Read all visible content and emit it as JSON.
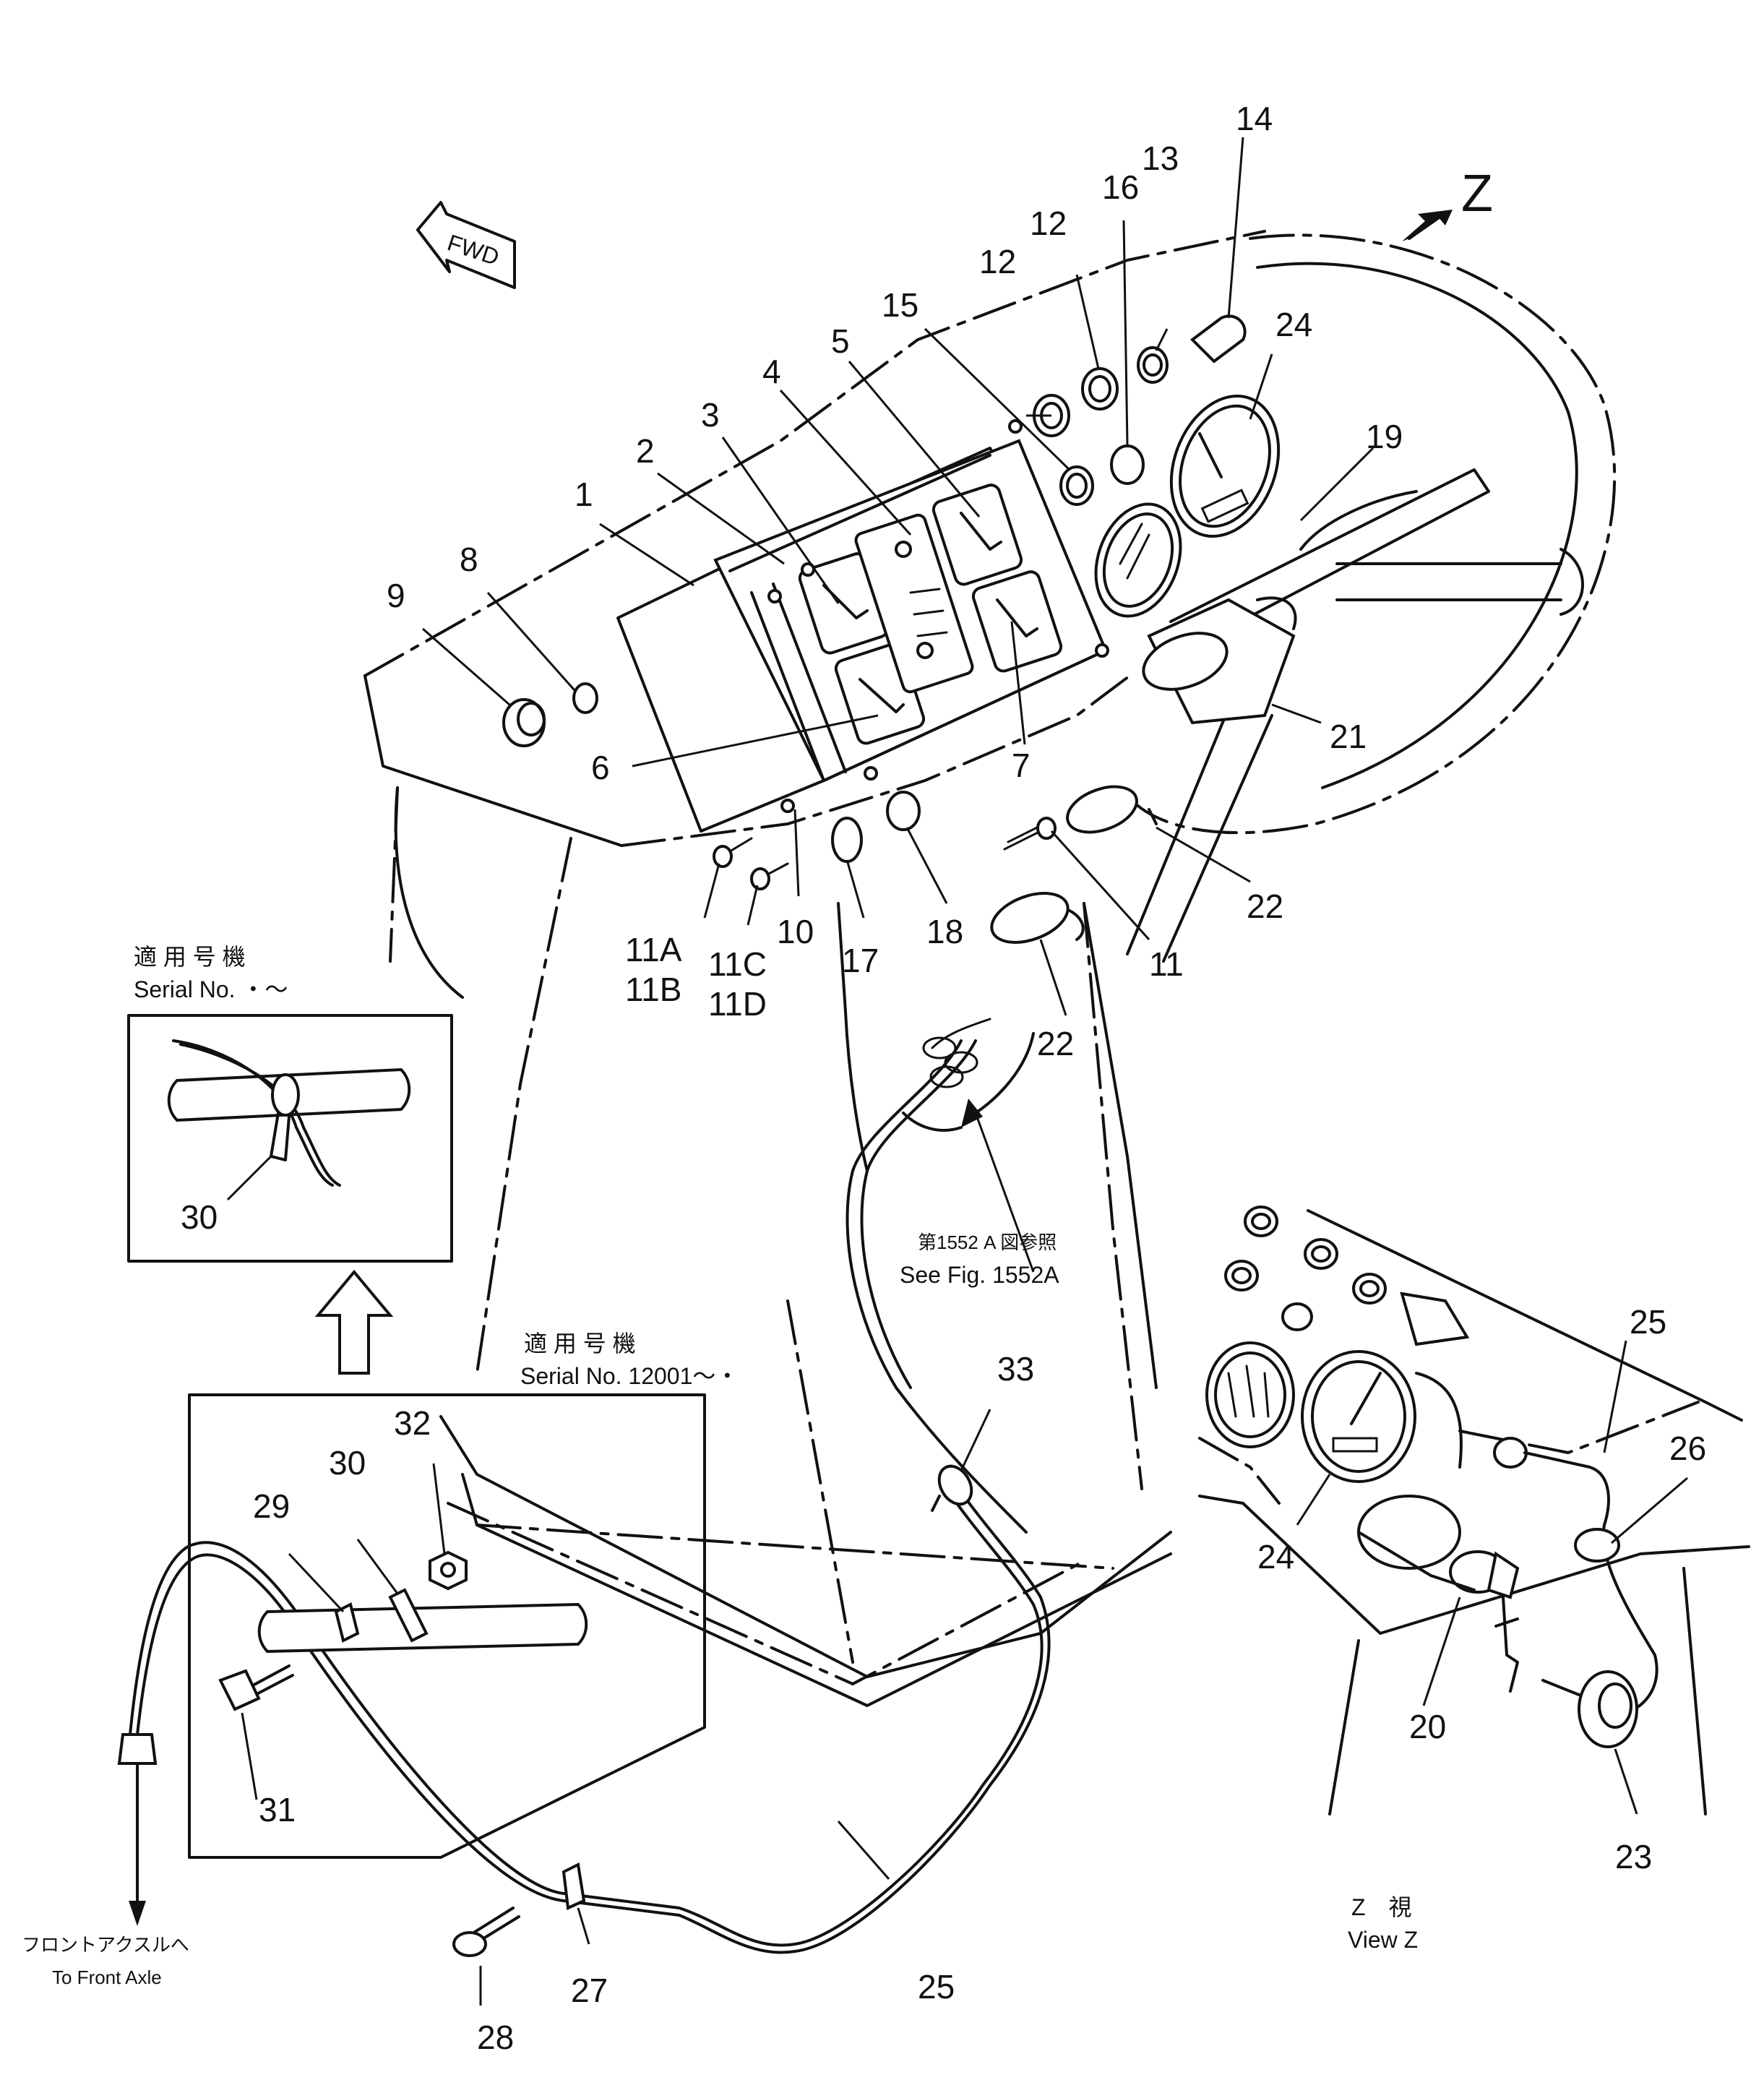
{
  "diagram": {
    "callouts": {
      "c1": "1",
      "c2": "2",
      "c3": "3",
      "c4": "4",
      "c5": "5",
      "c6": "6",
      "c7": "7",
      "c8": "8",
      "c9": "9",
      "c10": "10",
      "c11": "11",
      "c11a": "11A",
      "c11b": "11B",
      "c11c": "11C",
      "c11d": "11D",
      "c12a": "12",
      "c12b": "12",
      "c13": "13",
      "c14": "14",
      "c15": "15",
      "c16": "16",
      "c17": "17",
      "c18": "18",
      "c19": "19",
      "c20": "20",
      "c21": "21",
      "c22a": "22",
      "c22b": "22",
      "c23": "23",
      "c24a": "24",
      "c24b": "24",
      "c25a": "25",
      "c25b": "25",
      "c26": "26",
      "c27": "27",
      "c28": "28",
      "c29": "29",
      "c30a": "30",
      "c30b": "30",
      "c31": "31",
      "c32": "32",
      "c33": "33"
    },
    "fwd": "FWD",
    "view_letter": "Z",
    "view_z_jp": "Z　視",
    "view_z_en": "View Z",
    "inset_top_jp": "適 用 号 機",
    "inset_top_en": "Serial No. ・～",
    "inset_bottom_jp": "適 用 号 機",
    "inset_bottom_en": "Serial No. 12001～・",
    "see_fig_jp": "第1552 A 図参照",
    "see_fig_en": "See Fig. 1552A",
    "front_axle_jp": "フロントアクスルへ",
    "front_axle_en": "To Front Axle"
  }
}
